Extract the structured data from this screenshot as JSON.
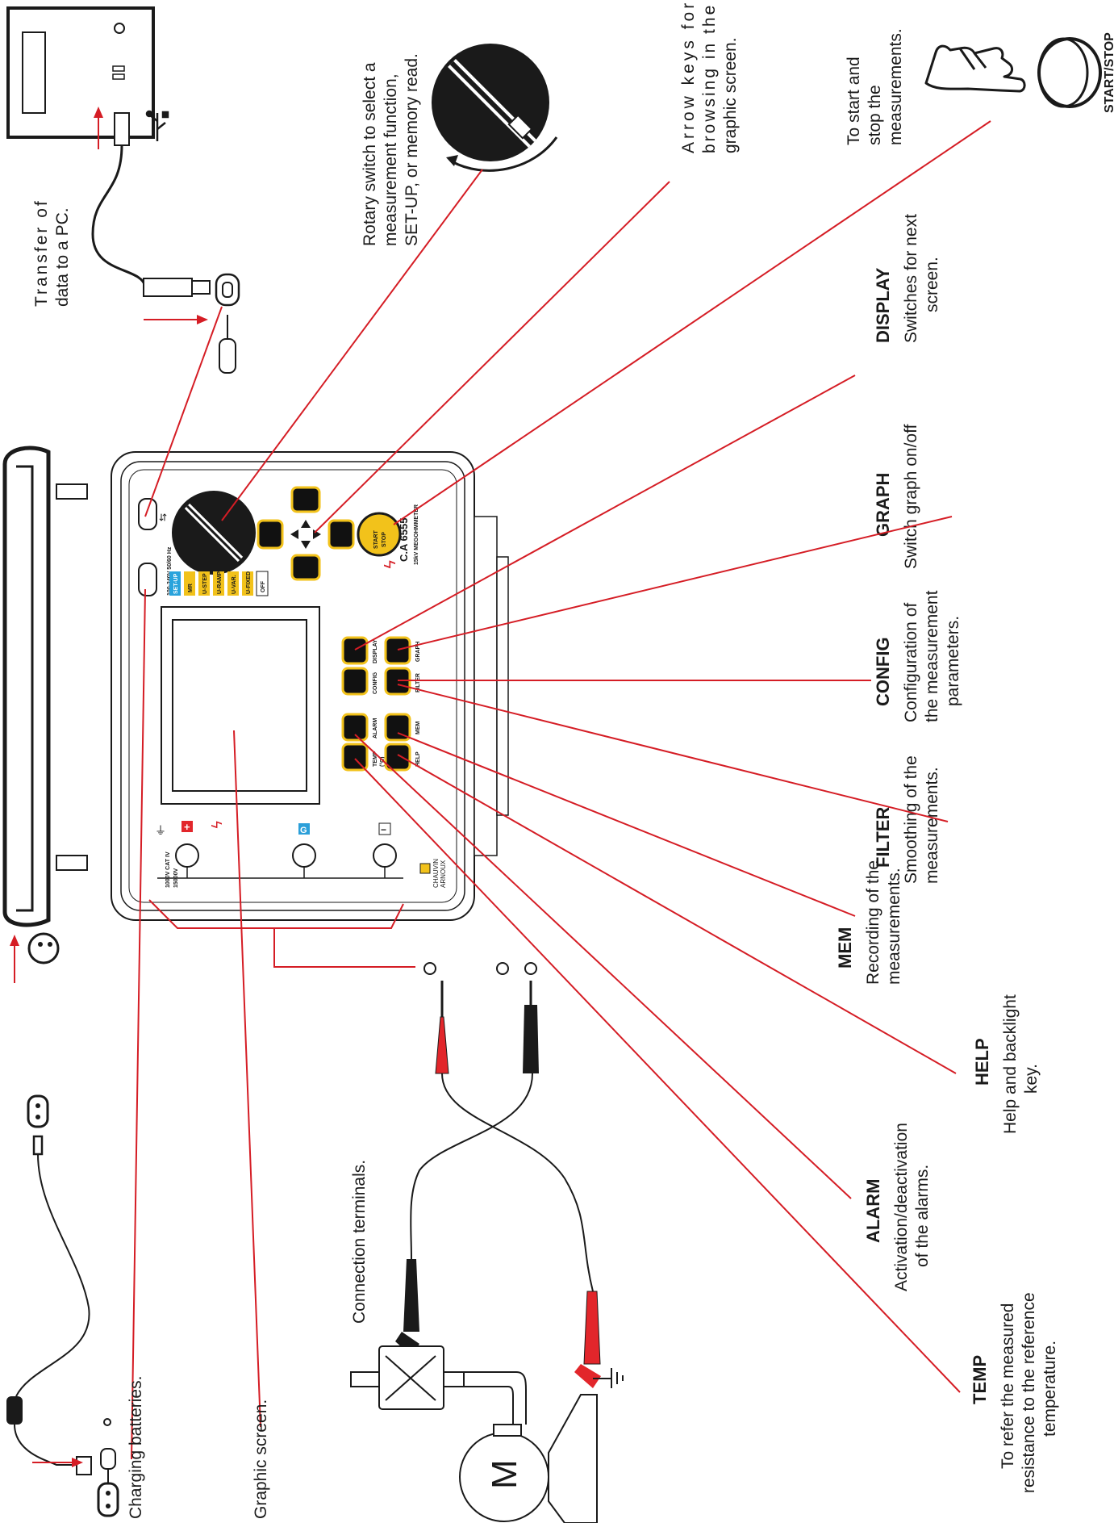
{
  "device": {
    "model": "C.A 6555",
    "subtitle": "15kV MEGOHMMETER",
    "brand_line1": "CHAUVIN",
    "brand_line2": "ARNOUX",
    "rotary_positions": [
      "SET-UP",
      "MR",
      "U-STEP",
      "U-RAMP",
      "U-VAR.",
      "U-FIXED",
      "OFF"
    ],
    "keys": {
      "display": "DISPLAY",
      "graph": "GRAPH",
      "config": "CONFIG",
      "filter": "FILTER",
      "alarm": "ALARM",
      "mem": "MEM",
      "temp": "TEMP",
      "temp_sub": "(°C)",
      "help": "HELP",
      "start_line1": "START",
      "start_line2": "STOP"
    },
    "terminals": {
      "plus": "+",
      "guard": "G",
      "minus": "−"
    },
    "power_rating": "100-240V 50/60 Hz",
    "voltage_rating": "1000V CAT IV",
    "warning_rating": "15000V"
  },
  "labels": {
    "transfer": [
      "Transfer of",
      "data to a PC."
    ],
    "rotary": [
      "Rotary switch to select a",
      "measurement function,",
      "SET-UP, or memory read."
    ],
    "arrows": [
      "Arrow keys for",
      "browsing in the",
      "graphic screen."
    ],
    "start_stop_desc": [
      "To start and",
      "stop the",
      "measurements."
    ],
    "start_stop_caption": "START/STOP",
    "display": {
      "title": "DISPLAY",
      "desc": [
        "Switches for next",
        "screen."
      ]
    },
    "graph": {
      "title": "GRAPH",
      "desc": [
        "Switch graph on/off"
      ]
    },
    "config": {
      "title": "CONFIG",
      "desc": [
        "Configuration of",
        "the measurement",
        "parameters."
      ]
    },
    "filter": {
      "title": "FILTER",
      "desc": [
        "Smoothing of the",
        "measurements."
      ]
    },
    "mem": {
      "title": "MEM",
      "desc": [
        "Recording of the",
        "measurements."
      ]
    },
    "help": {
      "title": "HELP",
      "desc": [
        "Help and backlight",
        "key."
      ]
    },
    "alarm": {
      "title": "ALARM",
      "desc": [
        "Activation/deactivation",
        "of the alarms."
      ]
    },
    "temp": {
      "title": "TEMP",
      "desc": [
        "To refer the measured",
        "resistance to the reference",
        "temperature."
      ]
    },
    "connection": "Connection terminals.",
    "charging": "Charging batteries.",
    "graphic_screen": "Graphic screen.",
    "motor": "M"
  },
  "colors": {
    "accent_red": "#d51d25",
    "key_outline": "#f2c21b",
    "rotary_label_blue": "#29a3dc",
    "rotary_label_yellow": "#f2c21b",
    "terminal_red": "#e2262b",
    "terminal_blue": "#2b9fd9"
  }
}
